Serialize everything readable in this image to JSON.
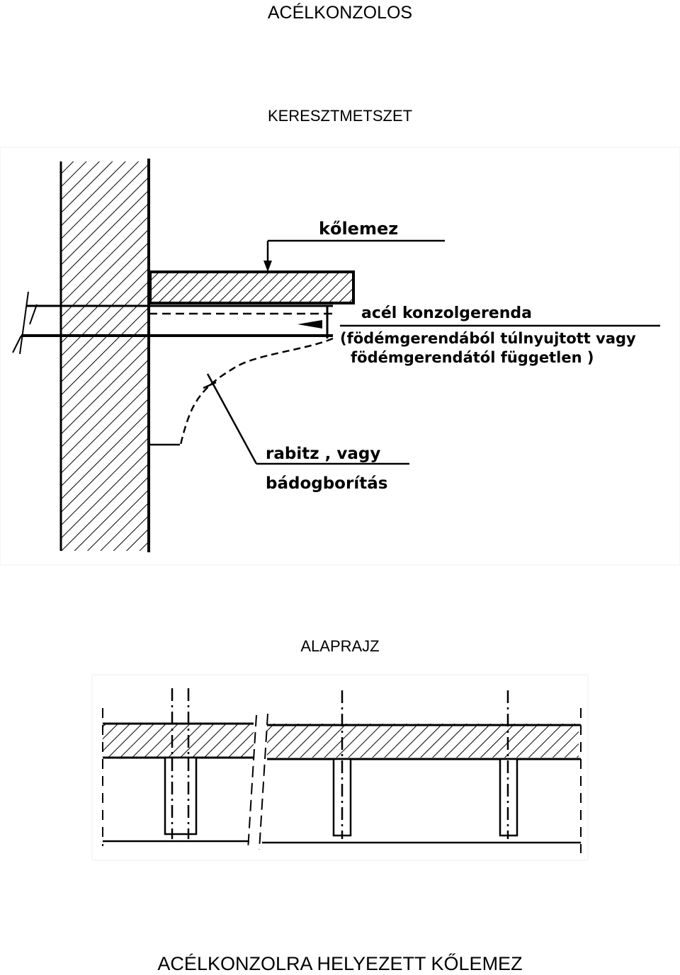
{
  "titles": {
    "main": "ACÉLKONZOLOS",
    "section": "KERESZTMETSZET",
    "plan": "ALAPRAJZ",
    "caption": "ACÉLKONZOLRA HELYEZETT KŐLEMEZ"
  },
  "section_labels": {
    "slab": "kőlemez",
    "beam": "acél konzolgerenda",
    "beam_note_1": "(födémgerendából túlnyujtott vagy",
    "beam_note_2": "födémgerendától független )",
    "cladding_1": "rabitz , vagy",
    "cladding_2": "bádogborítás"
  }
}
